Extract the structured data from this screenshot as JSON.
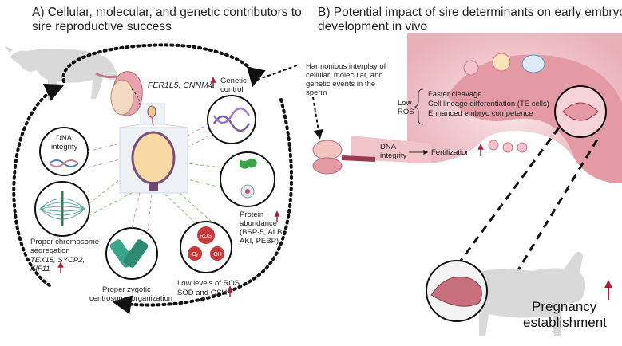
{
  "panel_a": {
    "title_line1": "A) Cellular, molecular, and genetic contributors to",
    "title_line2": "sire reproductive success",
    "genetic_genes": "FER1L5, CNNM4",
    "genetic_label_1": "Genetic",
    "genetic_label_2": "control",
    "dna_integrity_1": "DNA",
    "dna_integrity_2": "integrity",
    "chromosome_1": "Proper chromosome",
    "chromosome_2": "segregation",
    "chromosome_genes_1": "TEX15, SYCP2,",
    "chromosome_genes_2": "KIF11",
    "centrosome_1": "Proper zygotic",
    "centrosome_2": "centrosome organization",
    "ros_label_1": "Low levels of ROS",
    "ros_label_2": "SOD and GSH",
    "ros_badge": "ROS",
    "ros_o2": "·O₂",
    "ros_oh": "·OH",
    "protein_1": "Protein",
    "protein_2": "abundance",
    "protein_3": "(BSP-5,  ALB,",
    "protein_4": "AKI,  PEBP)"
  },
  "panel_b": {
    "title_line1": "B) Potential impact of sire determinants on early embryo",
    "title_line2": "development in vivo",
    "interplay_1": "Harmonious interplay of",
    "interplay_2": "cellular, molecular, and",
    "interplay_3": "genetic events in the",
    "interplay_4": "sperm",
    "low_ros_1": "Low",
    "low_ros_2": "ROS",
    "effect_1": "Faster cleavage",
    "effect_2": "Cell lineage differentiation (TE cells)",
    "effect_3": "Enhanced embryo competence",
    "dna_1": "DNA",
    "dna_2": "integrity",
    "fertilization": "Fertilization",
    "pregnancy_1": "Pregnancy",
    "pregnancy_2": "establishment"
  },
  "colors": {
    "up_arrow": "#a3243a",
    "uterus": "#e9a3ad",
    "uterus_light": "#f6dfe2",
    "dotted_arrow": "#111111",
    "dashed_green": "#7fbf6a",
    "dashed_pink": "#d98a9a",
    "animal": "#d9d9d9"
  }
}
